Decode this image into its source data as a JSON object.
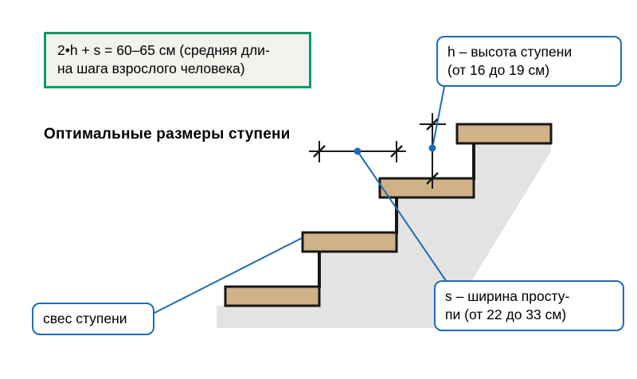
{
  "formula_box": {
    "line1": "2•h + s = 60–65 см (средняя дли-",
    "line2": "на шага взрослого человека)"
  },
  "title": "Оптимальные размеры ступени",
  "callouts": {
    "height": {
      "line1": "h – высота ступени",
      "line2": "(от 16 до 19 см)"
    },
    "tread": {
      "line1": "s – ширина просту-",
      "line2": "пи (от 22 до 33 см)"
    },
    "overhang": {
      "label": "свес ступени"
    }
  },
  "colors": {
    "accent_blue": "#1e6cb5",
    "green_border": "#089b66",
    "tread_fill": "#d0b188",
    "stringer_gray": "#e3e3e1"
  }
}
